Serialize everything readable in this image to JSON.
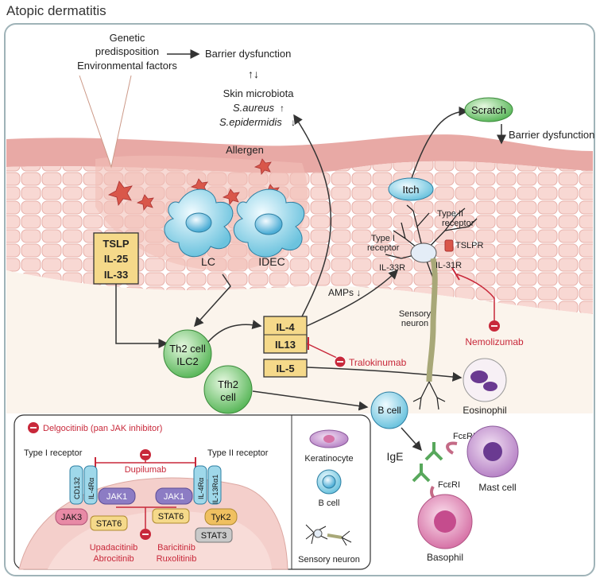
{
  "title": "Atopic dermatitis",
  "top": {
    "genetic1": "Genetic",
    "genetic2": "predisposition",
    "environmental": "Environmental factors",
    "barrier": "Barrier dysfunction",
    "microbiota": "Skin microbiota",
    "saureus": "S.aureus",
    "sepidermidis": "S.epidermidis",
    "allergen": "Allergen",
    "scratch": "Scratch",
    "barrier2": "Barrier dysfunction",
    "itch": "Itch"
  },
  "cells": {
    "lc": "LC",
    "idec": "IDEC",
    "th2_1": "Th2 cell",
    "th2_2": "ILC2",
    "tfh_1": "Tfh2",
    "tfh_2": "cell",
    "bcell": "B cell",
    "eosinophil": "Eosinophil",
    "mast": "Mast cell",
    "basophil": "Basophil",
    "ige": "IgE",
    "fceri1": "FcεRI",
    "fceri2": "FcεRI"
  },
  "cytokines": {
    "tslp": "TSLP",
    "il25": "IL-25",
    "il33": "IL-33",
    "il4": "IL-4",
    "il13": "IL13",
    "il5": "IL-5",
    "amps": "AMPs"
  },
  "neuron": {
    "type2_1": "Type II",
    "type2_2": "receptor",
    "type1_1": "Type I",
    "type1_2": "receptor",
    "tslpr": "TSLPR",
    "il33r": "IL-33R",
    "il31r": "IL-31R",
    "sensory1": "Sensory",
    "sensory2": "neuron"
  },
  "drugs": {
    "tralokinumab": "Tralokinumab",
    "nemolizumab": "Nemolizumab",
    "delgocitinib": "Delgocitinib (pan JAK inhibitor)",
    "dupilumab": "Dupilumab",
    "upadacitinib": "Upadacitinib",
    "abrocitinib": "Abrocitinib",
    "baricitinib": "Baricitinib",
    "ruxolitinib": "Ruxolitinib"
  },
  "receptor_box": {
    "type1": "Type I receptor",
    "type2": "Type II receptor",
    "cd132": "CD132",
    "il4ra_l": "IL-4Rα",
    "il4ra_r": "IL-4Rα",
    "il13ra1": "IL-13Rα1",
    "jak1_l": "JAK1",
    "jak1_r": "JAK1",
    "jak3": "JAK3",
    "tyk2": "TyK2",
    "stat6_l": "STAT6",
    "stat6_r": "STAT6",
    "stat3": "STAT3"
  },
  "legend": {
    "keratinocyte": "Keratinocyte",
    "bcell": "B cell",
    "neuron": "Sensory neuron"
  },
  "colors": {
    "frame": "#9fb3b8",
    "skin_bg": "#f6dcd6",
    "dermis": "#fbf4ec",
    "cytokine_box": "#f5d98a",
    "inhibitor": "#c8283a",
    "th2": "#7ccf7c",
    "bcell": "#9fd8ea",
    "arrow": "#333333"
  }
}
